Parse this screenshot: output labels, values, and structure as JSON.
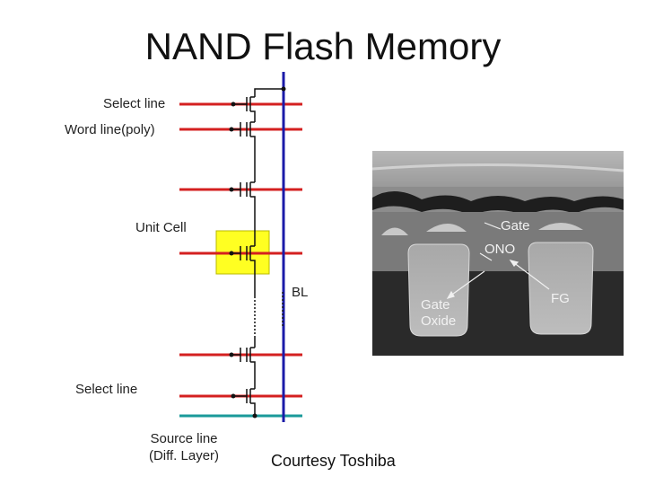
{
  "title": "NAND Flash Memory",
  "labels": {
    "select_top": "Select line",
    "word_line": "Word line(poly)",
    "unit_cell": "Unit Cell",
    "bit_line": "BL",
    "select_bottom": "Select line",
    "source_line_1": "Source line",
    "source_line_2": "(Diff. Layer)"
  },
  "photo_labels": {
    "gate": "Gate",
    "ono": "ONO",
    "gate_oxide_1": "Gate",
    "gate_oxide_2": "Oxide",
    "fg": "FG"
  },
  "credit": "Courtesy Toshiba",
  "colors": {
    "word_line": "#d42020",
    "bit_line": "#1a1aa8",
    "source_line": "#1a9a9a",
    "unit_cell_fill": "#ffff22",
    "photo_bg": "#8c8c8c"
  }
}
